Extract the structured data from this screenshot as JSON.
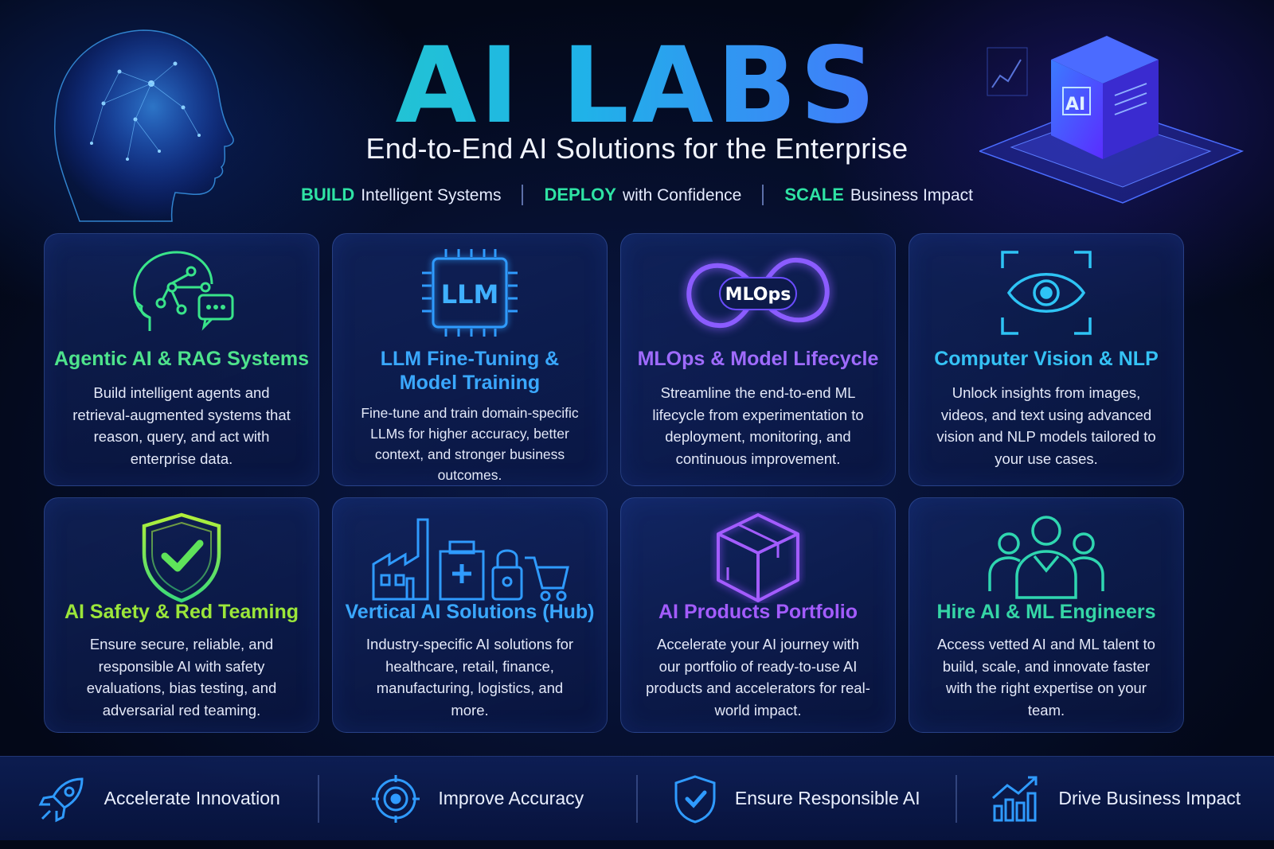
{
  "header": {
    "title": "AI LABS",
    "subtitle": "End-to-End AI Solutions for the Enterprise",
    "taglines": [
      {
        "key": "BUILD",
        "rest": "Intelligent Systems"
      },
      {
        "key": "DEPLOY",
        "rest": "with Confidence"
      },
      {
        "key": "SCALE",
        "rest": "Business Impact"
      }
    ]
  },
  "cards": [
    {
      "title": "Agentic AI & RAG Systems",
      "desc": "Build intelligent agents and retrieval-augmented systems that reason, query, and act with enterprise data.",
      "color": "#39e48a",
      "icon": "brain-network-icon"
    },
    {
      "title": "LLM Fine-Tuning & Model Training",
      "desc": "Fine-tune and train domain-specific LLMs for higher accuracy, better context, and stronger business outcomes.",
      "color": "#2f9bff",
      "icon": "llm-chip-icon",
      "chip_text": "LLM"
    },
    {
      "title": "MLOps & Model Lifecycle",
      "desc": "Streamline the end-to-end ML lifecycle from experimentation to deployment, monitoring, and continuous improvement.",
      "color": "#9a6bff",
      "icon": "mlops-infinity-icon",
      "loop_text": "MLOps"
    },
    {
      "title": "Computer Vision & NLP",
      "desc": "Unlock insights from images, videos, and text using advanced vision and NLP models tailored to your use cases.",
      "color": "#2ec4f5",
      "icon": "eye-scan-icon"
    },
    {
      "title": "AI Safety & Red Teaming",
      "desc": "Ensure secure, reliable, and responsible AI with safety evaluations, bias testing, and adversarial red teaming.",
      "color": "#8ee63a",
      "icon": "shield-check-icon"
    },
    {
      "title": "Vertical AI Solutions (Hub)",
      "desc": "Industry-specific AI solutions for healthcare, retail, finance, manufacturing, logistics, and more.",
      "color": "#2f9bff",
      "icon": "industry-icons"
    },
    {
      "title": "AI Products Portfolio",
      "desc": "Accelerate your AI journey with our portfolio of ready-to-use AI products and accelerators for real-world impact.",
      "color": "#a35cff",
      "icon": "box-icon"
    },
    {
      "title": "Hire AI & ML Engineers",
      "desc": "Access vetted AI and ML talent to build, scale, and innovate faster with the right expertise on your team.",
      "color": "#2fd6b0",
      "icon": "team-icon"
    }
  ],
  "bottom": [
    {
      "label": "Accelerate Innovation",
      "icon": "rocket-icon"
    },
    {
      "label": "Improve Accuracy",
      "icon": "target-icon"
    },
    {
      "label": "Ensure Responsible AI",
      "icon": "shield-check-icon"
    },
    {
      "label": "Drive Business Impact",
      "icon": "growth-chart-icon"
    }
  ]
}
